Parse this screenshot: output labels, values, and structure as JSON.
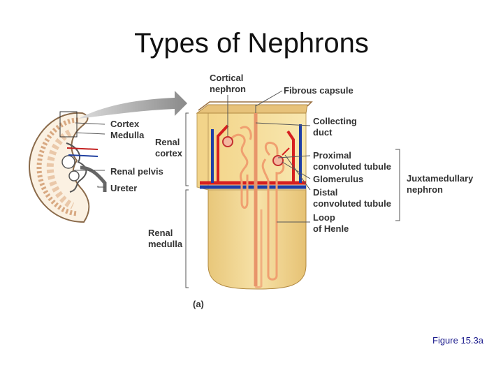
{
  "title": "Types of Nephrons",
  "labels": {
    "cortical_nephron": "Cortical\nnephron",
    "fibrous_capsule": "Fibrous capsule",
    "cortex": "Cortex",
    "medulla": "Medulla",
    "renal_cortex": "Renal\ncortex",
    "renal_pelvis": "Renal pelvis",
    "ureter": "Ureter",
    "collecting_duct": "Collecting\nduct",
    "proximal_tubule": "Proximal\nconvoluted tubule",
    "glomerulus": "Glomerulus",
    "distal_tubule": "Distal\nconvoluted tubule",
    "loop_of_henle": "Loop\nof Henle",
    "juxtamedullary_nephron": "Juxtamedullary\nnephron",
    "renal_medulla": "Renal\nmedulla",
    "panel": "(a)"
  },
  "caption": "Figure 15.3a",
  "colors": {
    "artery": "#d62020",
    "vein": "#1f3fa8",
    "tissue": "#f6dfa0",
    "tubule": "#f0a070",
    "caption": "#1a1a8c"
  }
}
